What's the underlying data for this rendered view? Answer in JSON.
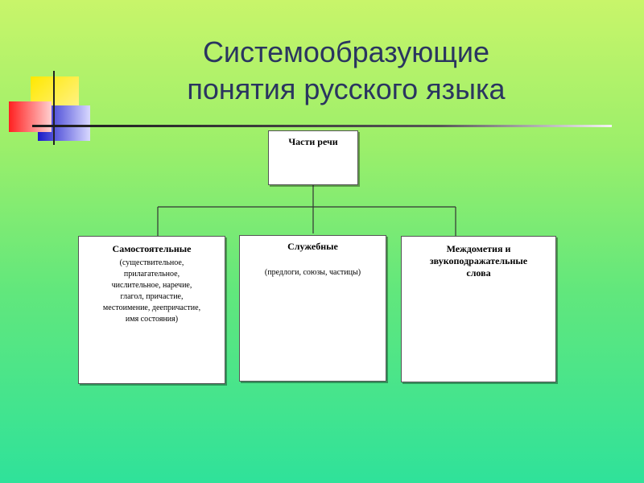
{
  "slide": {
    "title_line1": "Системообразующие",
    "title_line2": "понятия русского языка"
  },
  "diagram": {
    "root": {
      "label": "Части речи"
    },
    "children": [
      {
        "label": "Самостоятельные",
        "details": [
          "(существительное,",
          "прилагательное,",
          "числительное, наречие,",
          "глагол, причастие,",
          "местоимение, деепричастие,",
          "имя состояния)"
        ]
      },
      {
        "label": "Служебные",
        "details": [
          "(предлоги, союзы, частицы)"
        ]
      },
      {
        "label_lines": [
          "Междометия и",
          "звукоподражательные",
          "слова"
        ]
      }
    ]
  },
  "colors": {
    "title": "#2a3560",
    "deco_yellow": "#ffe800",
    "deco_red": "#ff2a2a",
    "deco_blue": "#2b2bd6"
  }
}
